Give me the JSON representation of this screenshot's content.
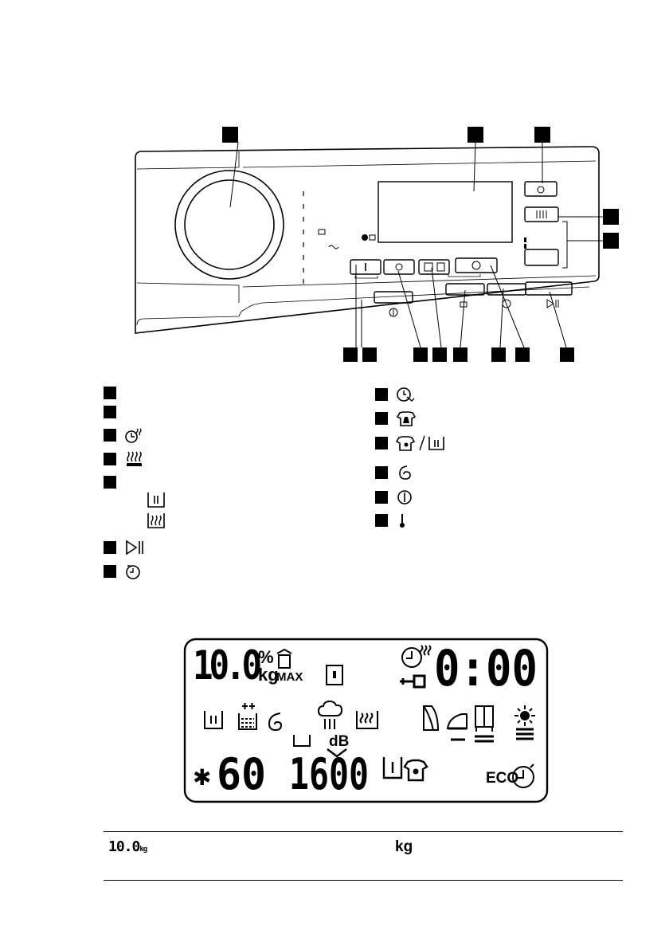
{
  "lcd": {
    "load_value": "10.0",
    "percent_sign": "%",
    "kg_label": "kg",
    "max_label": "MAX",
    "time_display": "0:00",
    "dB_label": "dB",
    "temperature_value": "60",
    "spin_value": "1600",
    "eco_label": "ECO"
  },
  "footer": {
    "kg_text": "kg",
    "mini_display": "10.0",
    "mini_unit": "kg"
  }
}
